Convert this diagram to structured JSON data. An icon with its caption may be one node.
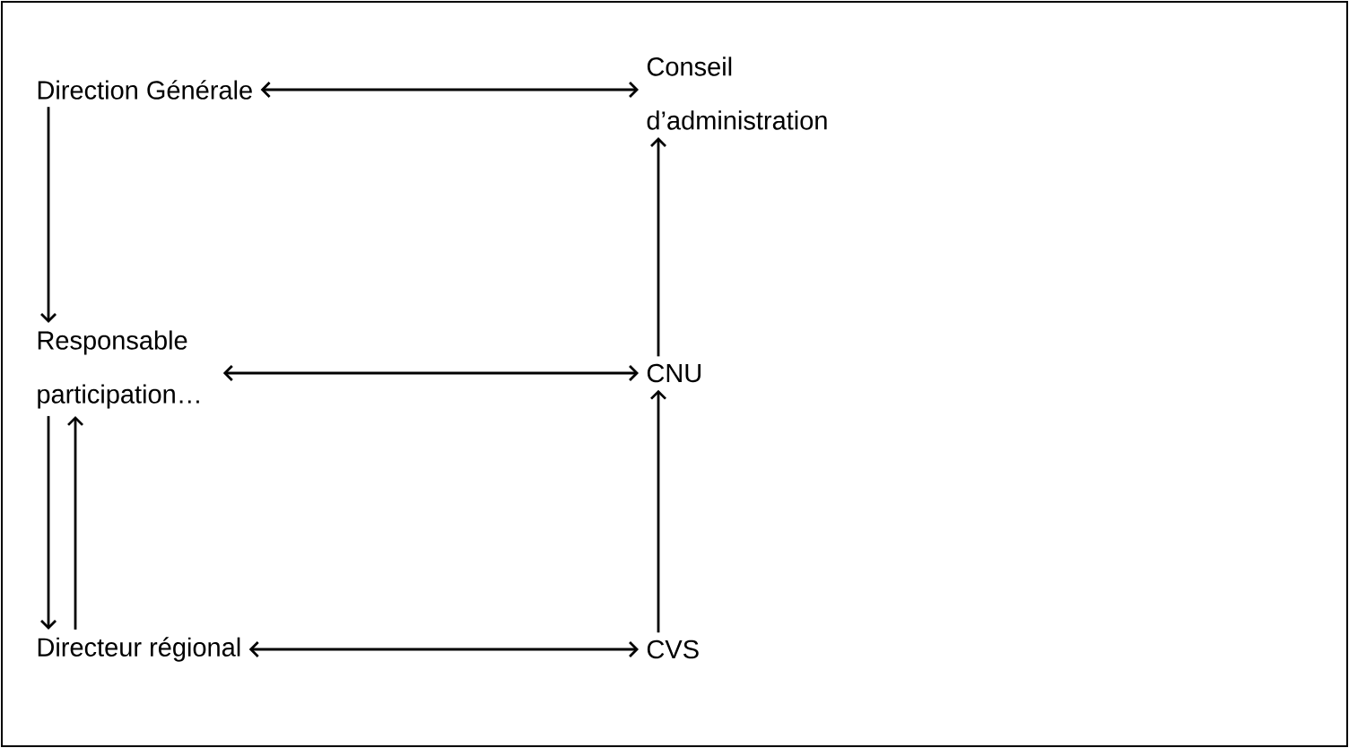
{
  "diagram": {
    "nodes": [
      {
        "text": [
          "Direction Générale"
        ]
      },
      {
        "text": [
          "Conseil d’administration"
        ]
      },
      {
        "text": [
          "Responsable participation…"
        ]
      },
      {
        "text": [
          "CNU"
        ]
      },
      {
        "text": [
          "Directeur régional"
        ]
      },
      {
        "text": [
          "CVS"
        ]
      }
    ],
    "edges": [
      {
        "from": 0,
        "to": 1,
        "arrow": "both"
      },
      {
        "from": 0,
        "to": 2,
        "arrow": "to"
      },
      {
        "from": 3,
        "to": 1,
        "arrow": "to"
      },
      {
        "from": 2,
        "to": 3,
        "arrow": "both"
      },
      {
        "from": 2,
        "to": 4,
        "arrow": "to"
      },
      {
        "from": 4,
        "to": 2,
        "arrow": "to"
      },
      {
        "from": 5,
        "to": 3,
        "arrow": "to"
      },
      {
        "from": 4,
        "to": 5,
        "arrow": "both"
      }
    ]
  }
}
